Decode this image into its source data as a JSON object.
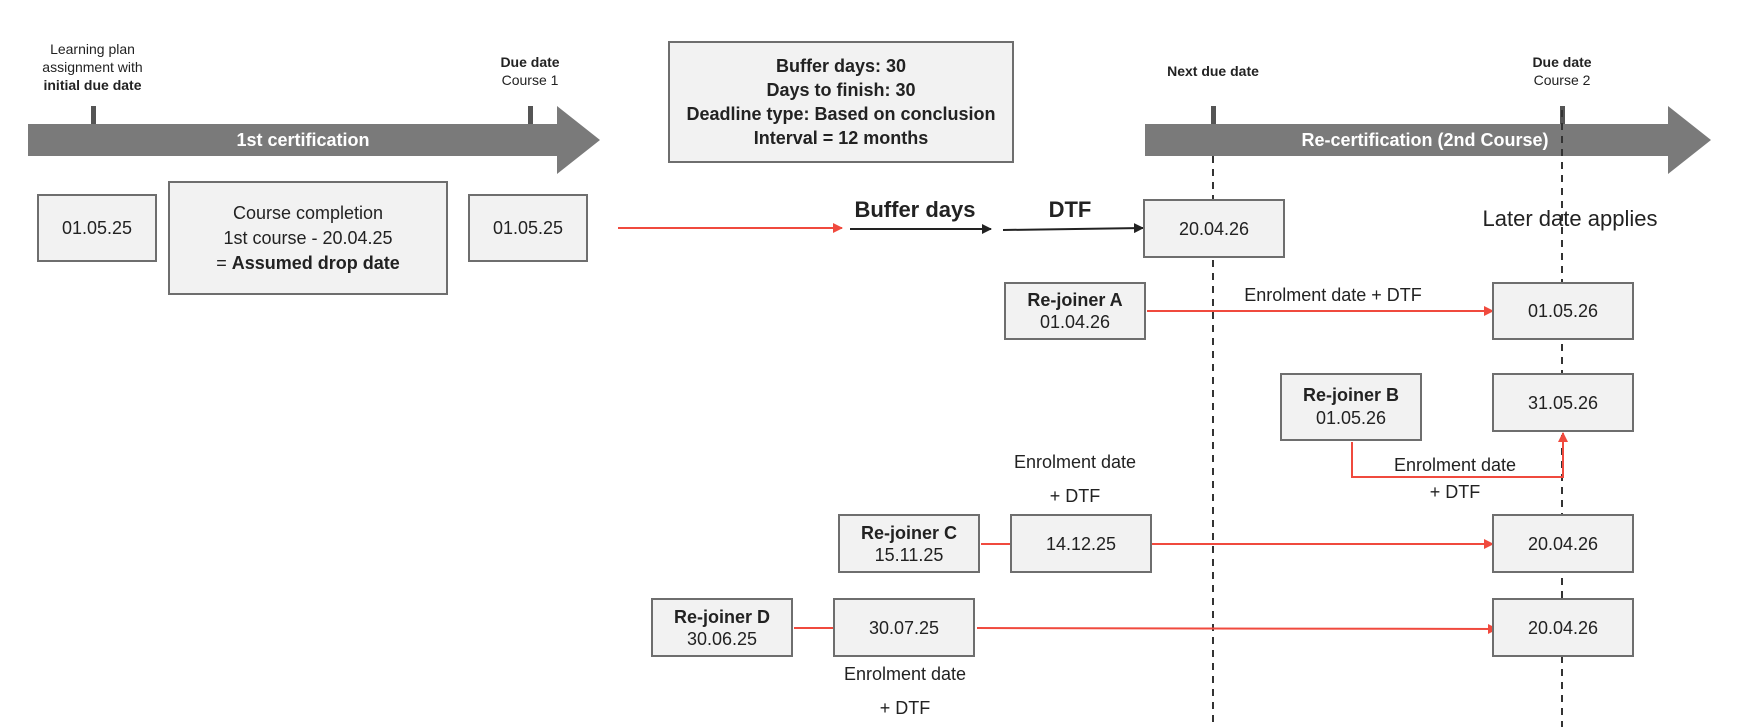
{
  "top_labels": {
    "lp_line1": "Learning plan",
    "lp_line2": "assignment with",
    "lp_line3": "initial due date",
    "due1_title": "Due date",
    "due1_sub": "Course 1",
    "next_due": "Next due date",
    "due2_title": "Due date",
    "due2_sub": "Course 2"
  },
  "bars": {
    "first": "1st certification",
    "second": "Re-certification (2nd Course)"
  },
  "settings_box": {
    "line1": "Buffer days: 30",
    "line2": "Days to finish: 30",
    "line3": "Deadline type: Based on conclusion",
    "line4": "Interval = 12 months"
  },
  "boxes": {
    "start_date": "01.05.25",
    "completion_line1": "Course completion",
    "completion_line2": "1st course - 20.04.25",
    "completion_line3_prefix": "= ",
    "completion_line3_bold": "Assumed drop date",
    "due1_date": "01.05.25",
    "next_due_date": "20.04.26",
    "rejoiner_a_title": "Re-joiner A",
    "rejoiner_a_date": "01.04.26",
    "rejoiner_a_result": "01.05.26",
    "rejoiner_b_title": "Re-joiner B",
    "rejoiner_b_date": "01.05.26",
    "rejoiner_b_result": "31.05.26",
    "rejoiner_c_title": "Re-joiner C",
    "rejoiner_c_date": "15.11.25",
    "rejoiner_c_mid": "14.12.25",
    "rejoiner_c_result": "20.04.26",
    "rejoiner_d_title": "Re-joiner D",
    "rejoiner_d_date": "30.06.25",
    "rejoiner_d_mid": "30.07.25",
    "rejoiner_d_result": "20.04.26"
  },
  "annotations": {
    "buffer_days": "Buffer days",
    "dtf": "DTF",
    "later_date": "Later date applies",
    "enrol_a": "Enrolment date + DTF",
    "enrol_b_line1": "Enrolment date",
    "enrol_b_line2": "+ DTF",
    "enrol_c_line1": "Enrolment date",
    "enrol_c_line2": "+ DTF",
    "enrol_d_line1": "Enrolment date",
    "enrol_d_line2": "+ DTF"
  },
  "colors": {
    "bar": "#7a7a7a",
    "box_fill": "#f2f2f2",
    "box_border": "#6e6e6e",
    "red_arrow": "#f04a3e",
    "dark_arrow": "#222222"
  }
}
